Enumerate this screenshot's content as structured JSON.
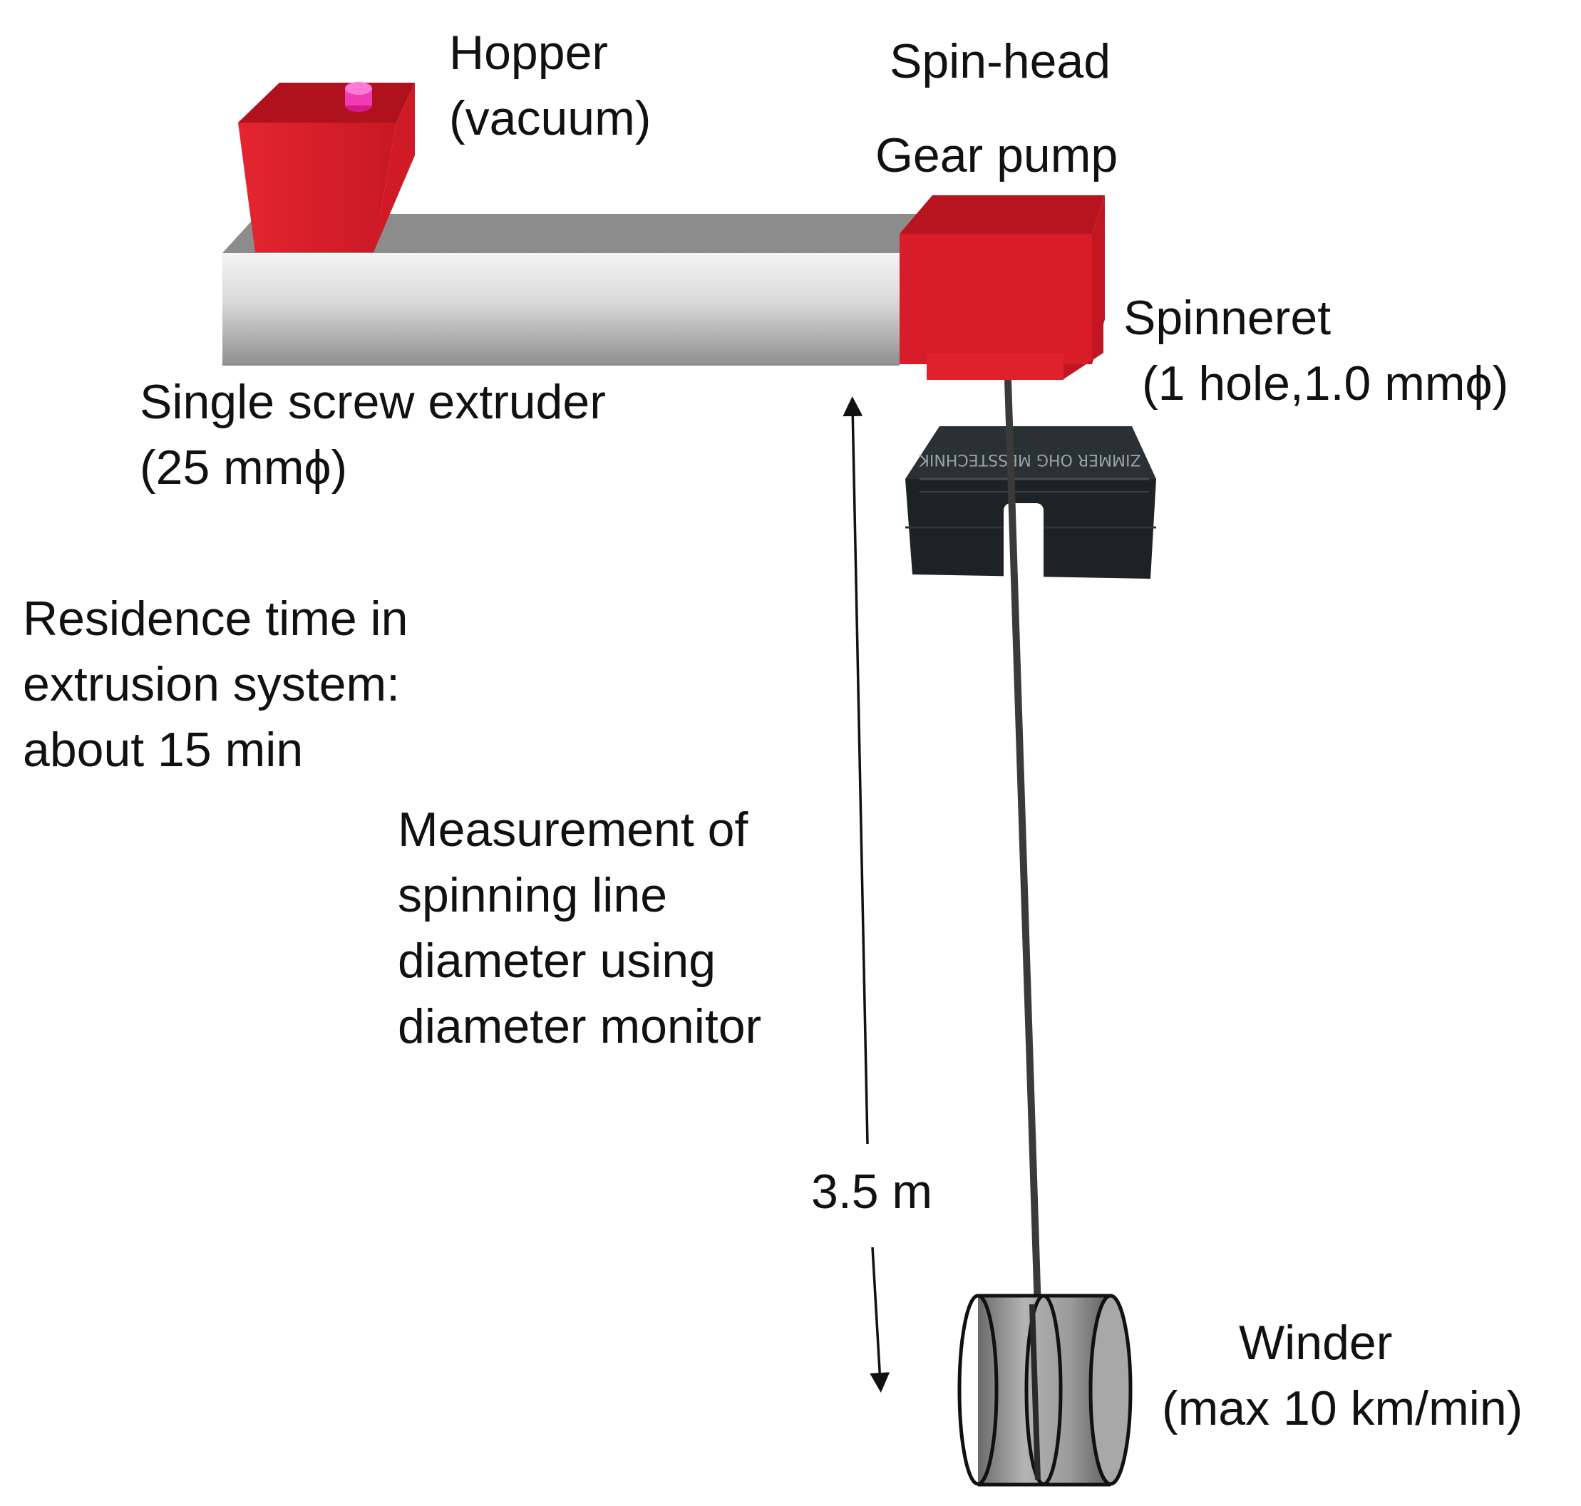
{
  "labels": {
    "hopper": [
      "Hopper",
      "(vacuum)"
    ],
    "spin_head": "Spin-head",
    "gear_pump": "Gear pump",
    "spinneret": [
      "Spinneret",
      "(1 hole,1.0 mmϕ)"
    ],
    "extruder": [
      "Single screw extruder",
      "(25 mmϕ)"
    ],
    "residence": [
      "Residence time in",
      "extrusion system:",
      "about 15 min"
    ],
    "measurement": [
      "Measurement of",
      "spinning line",
      "diameter using",
      "diameter monitor"
    ],
    "distance": "3.5 m",
    "winder": [
      "Winder",
      "(max 10 km/min)"
    ]
  },
  "monitor_lettering": "ZIMMER OHG MESSTECHNIK",
  "colors": {
    "equipment_red": "#e0202c",
    "equipment_red_dark": "#b81420",
    "extruder_grey": "#c4c4c4",
    "monitor_black": "#1d2224",
    "winder_grey": "#8a8a8a",
    "thread": "#3a3a3a",
    "text": "#111111"
  }
}
